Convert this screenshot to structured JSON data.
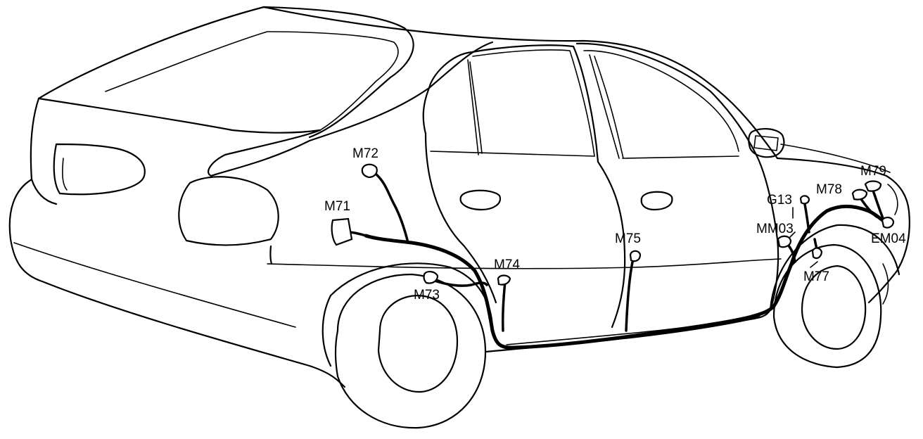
{
  "labels": {
    "m71": "M71",
    "m72": "M72",
    "m73": "M73",
    "m74": "M74",
    "m75": "M75",
    "m77": "M77",
    "m78": "M78",
    "m79": "M79",
    "g13": "G13",
    "mm03": "MM03",
    "em04": "EM04"
  }
}
